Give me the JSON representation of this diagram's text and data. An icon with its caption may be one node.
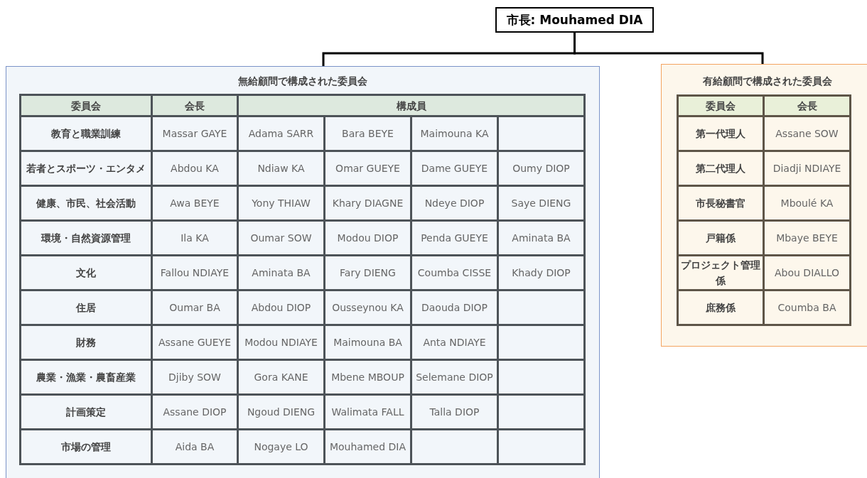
{
  "diagram": {
    "nodes": [
      {
        "text": [
          "市長: Mouhamed DIA"
        ]
      },
      {
        "text": [
          "無給顧問で構成された委員会"
        ]
      },
      {
        "text": [
          "有給顧問で構成された委員会"
        ]
      }
    ],
    "edges": [
      {
        "from": 0,
        "to": 1,
        "arrow": "none"
      },
      {
        "from": 0,
        "to": 2,
        "arrow": "none"
      }
    ],
    "labels": [
      "委員会",
      "会長",
      "構成員",
      "教育と職業訓練",
      "Massar GAYE",
      "Adama SARR",
      "Bara BEYE",
      "Maimouna KA",
      "若者とスポーツ・エンタメ",
      "Abdou KA",
      "Ndiaw KA",
      "Omar GUEYE",
      "Dame GUEYE",
      "Oumy DIOP",
      "健康、市民、社会活動",
      "Awa BEYE",
      "Yony THIAW",
      "Khary DIAGNE",
      "Ndeye DIOP",
      "Saye DIENG",
      "環境・自然資源管理",
      "Ila KA",
      "Oumar SOW",
      "Modou DIOP",
      "Penda GUEYE",
      "Aminata BA",
      "文化",
      "Fallou NDIAYE",
      "Aminata BA",
      "Fary DIENG",
      "Coumba CISSE",
      "Khady DIOP",
      "住居",
      "Oumar BA",
      "Abdou DIOP",
      "Ousseynou KA",
      "Daouda DIOP",
      "財務",
      "Assane GUEYE",
      "Modou NDIAYE",
      "Maimouna BA",
      "Anta NDIAYE",
      "農業・漁業・農畜産業",
      "Djiby SOW",
      "Gora KANE",
      "Mbene MBOUP",
      "Selemane DIOP",
      "計画策定",
      "Assane DIOP",
      "Ngoud DIENG",
      "Walimata FALL",
      "Talla DIOP",
      "市場の管理",
      "Aida BA",
      "Nogaye LO",
      "Mouhamed DIA",
      "委員会",
      "会長",
      "第一代理人",
      "Assane SOW",
      "第二代理人",
      "Diadji NDIAYE",
      "市長秘書官",
      "Mboulé KA",
      "戸籍係",
      "Mbaye BEYE",
      "プロジェクト管理係",
      "Abou DIALLO",
      "庶務係",
      "Coumba BA"
    ]
  }
}
